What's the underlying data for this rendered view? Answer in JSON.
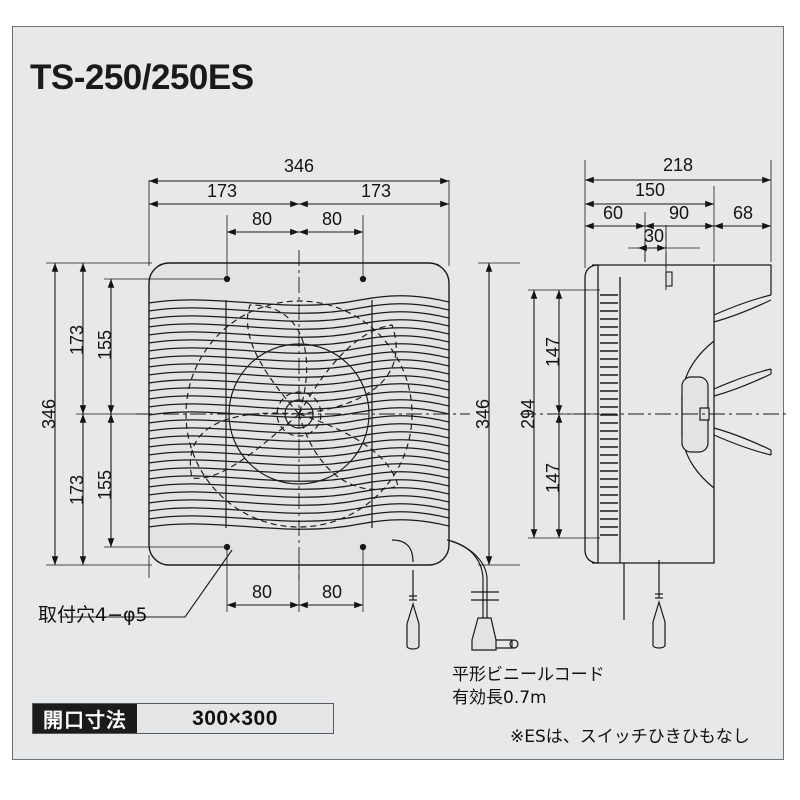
{
  "document": {
    "title": "TS-250/250ES",
    "type": "technical-dimension-drawing"
  },
  "front_view": {
    "label": "front-view",
    "dimensions_top": [
      "346",
      "173",
      "173",
      "80",
      "80"
    ],
    "dimensions_left": [
      "346",
      "173",
      "173",
      "155",
      "155"
    ],
    "dimensions_bottom": [
      "80",
      "80"
    ],
    "annotation": "取付穴4−φ5"
  },
  "side_view": {
    "label": "side-view",
    "dimensions_top": [
      "218",
      "150",
      "60",
      "90",
      "68",
      "30"
    ],
    "dimensions_left": [
      "346",
      "294",
      "147",
      "147"
    ]
  },
  "notes": {
    "cord_line1": "平形ビニールコード",
    "cord_line2": "有効長0.7m",
    "es_note": "※ESは、スイッチひきひもなし"
  },
  "spec_bar": {
    "label": "開口寸法",
    "value": "300×300"
  },
  "colors": {
    "background": "#ffffff",
    "panel": "#e7e8ea",
    "line": "#1a1a1a",
    "frame_border": "#6e7176",
    "spec_label_bg": "#1b1b1b",
    "spec_value_bg": "#e4e5e7"
  }
}
